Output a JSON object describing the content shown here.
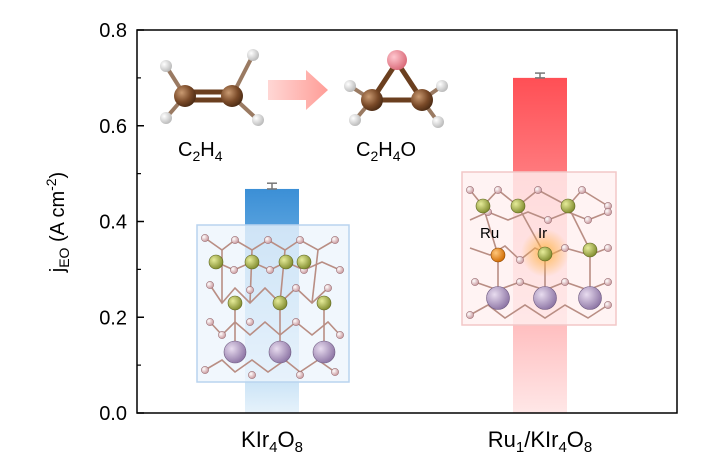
{
  "chart_data": {
    "type": "bar",
    "categories": [
      {
        "main": "KIr",
        "sub1": "4",
        "mid": "O",
        "sub2": "8"
      },
      {
        "main": "Ru",
        "sub1": "1",
        "mid": "/KIr",
        "sub2": "4",
        "tail": "O",
        "sub3": "8"
      }
    ],
    "values": [
      0.468,
      0.7
    ],
    "errors": [
      0.012,
      0.01
    ],
    "ylabel": {
      "j": "j",
      "sub": "EO",
      "mid": " (A cm",
      "sup": "-2",
      "end": ")"
    },
    "ylim": [
      0.0,
      0.8
    ],
    "yticks": [
      "0.0",
      "0.2",
      "0.4",
      "0.6",
      "0.8"
    ],
    "colors": {
      "bar1": "#3b8fd6",
      "bar2": "#ff4f55"
    },
    "grid": false
  },
  "molecules": {
    "reactant": {
      "a": "C",
      "s1": "2",
      "b": "H",
      "s2": "4"
    },
    "product": {
      "a": "C",
      "s1": "2",
      "b": "H",
      "s2": "4",
      "c": "O"
    }
  },
  "atoms": {
    "ru": "Ru",
    "ir": "Ir"
  },
  "icons": [
    "reaction-arrow-icon",
    "ethylene-molecule-icon",
    "ethylene-oxide-molecule-icon",
    "crystal-structure-icon"
  ]
}
